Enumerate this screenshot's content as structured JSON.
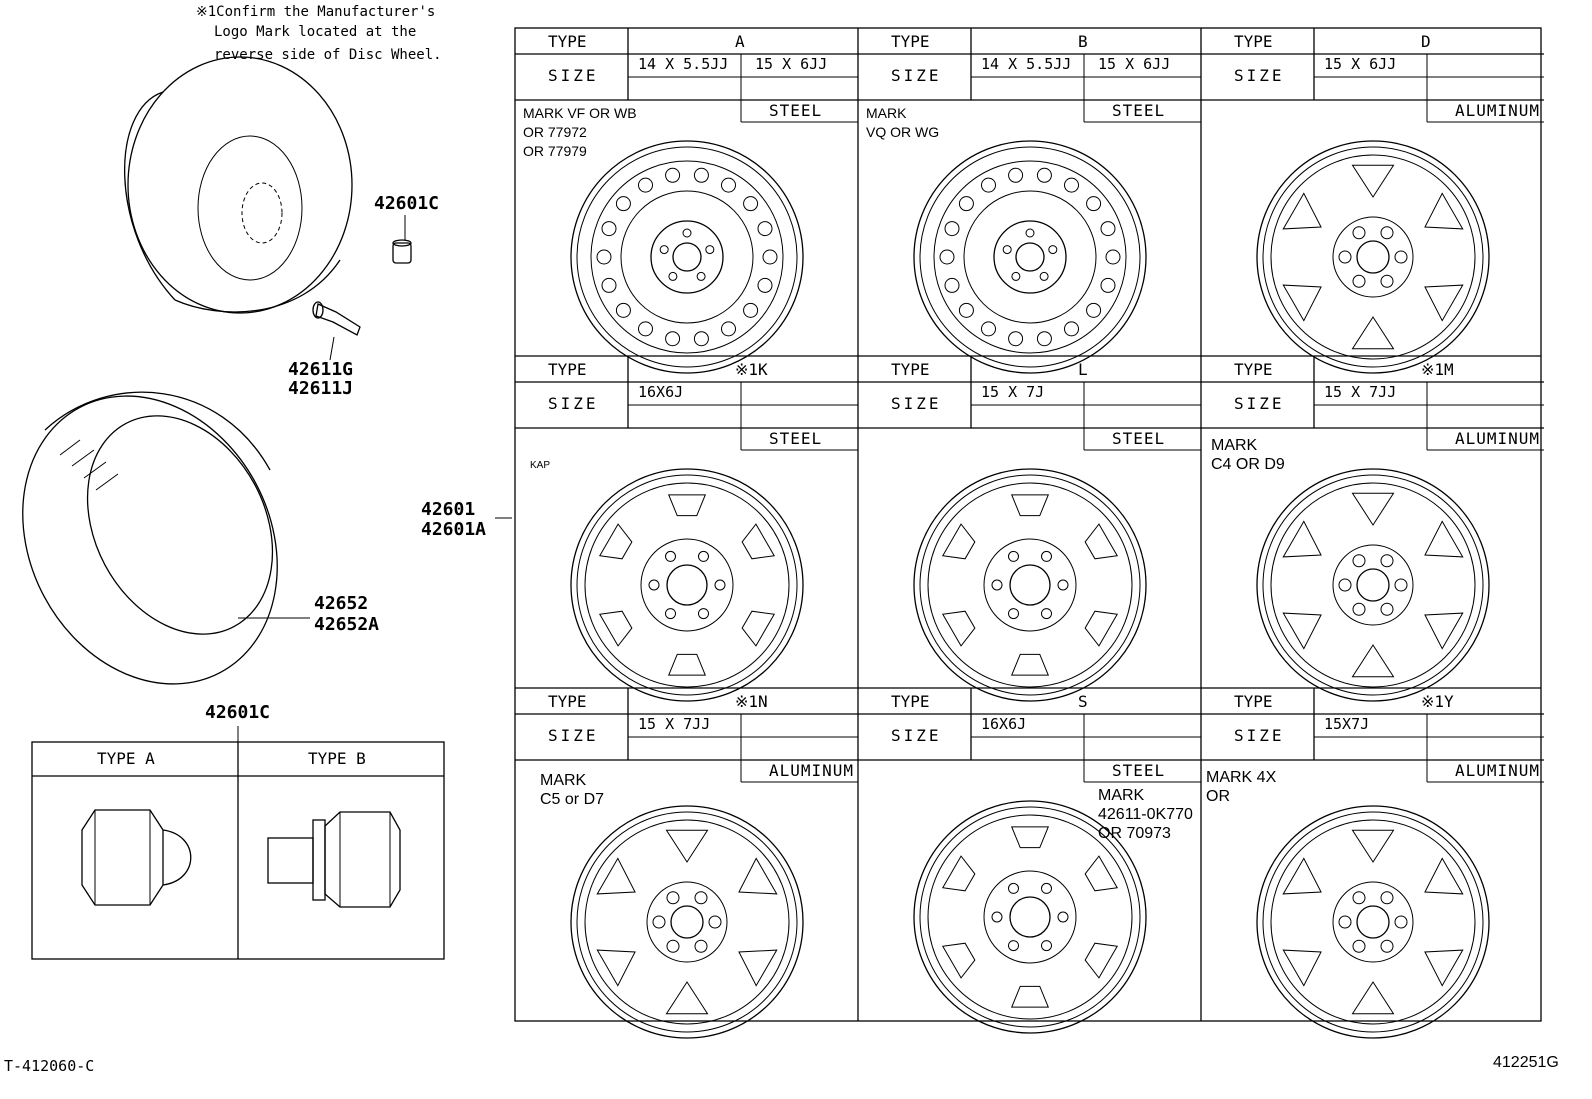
{
  "note": {
    "line1": "※1Confirm the Manufacturer's",
    "line2": "Logo Mark located at the",
    "line3": "reverse side of Disc Wheel."
  },
  "parts": {
    "cap_top": "42601C",
    "valve_a": "42611G",
    "valve_b": "42611J",
    "wheel_a": "42601",
    "wheel_b": "42601A",
    "tire_a": "42652",
    "tire_b": "42652A",
    "nut": "42601C"
  },
  "nut_table": {
    "type_a": "TYPE A",
    "type_b": "TYPE B"
  },
  "labels": {
    "type": "TYPE",
    "size": "SIZE"
  },
  "cells": [
    {
      "type": "A",
      "sizes": [
        "14 X 5.5JJ",
        "15 X 6JJ"
      ],
      "material": "STEEL",
      "mark": [
        "MARK VF OR WB",
        "OR 77972",
        "OR 77979"
      ]
    },
    {
      "type": "B",
      "sizes": [
        "14 X 5.5JJ",
        "15 X 6JJ"
      ],
      "material": "STEEL",
      "mark": [
        "MARK",
        "VQ OR WG"
      ]
    },
    {
      "type": "D",
      "sizes": [
        "15 X 6JJ",
        ""
      ],
      "material": "ALUMINUM",
      "mark": []
    },
    {
      "type": "※1K",
      "sizes": [
        "16X6J",
        ""
      ],
      "material": "STEEL",
      "mark": [
        "KAP"
      ]
    },
    {
      "type": "L",
      "sizes": [
        "15 X 7J",
        ""
      ],
      "material": "STEEL",
      "mark": []
    },
    {
      "type": "※1M",
      "sizes": [
        "15 X 7JJ",
        ""
      ],
      "material": "ALUMINUM",
      "mark": [
        "MARK",
        "C4 OR D9"
      ]
    },
    {
      "type": "※1N",
      "sizes": [
        "15 X 7JJ",
        ""
      ],
      "material": "ALUMINUM",
      "mark": [
        "MARK",
        "C5 or D7"
      ]
    },
    {
      "type": "S",
      "sizes": [
        "16X6J",
        ""
      ],
      "material": "STEEL",
      "mark": [
        "MARK",
        "42611-0K770",
        "OR 70973"
      ]
    },
    {
      "type": "※1Y",
      "sizes": [
        "15X7J",
        ""
      ],
      "material": "ALUMINUM",
      "mark": [
        "MARK 4X",
        "OR"
      ]
    }
  ],
  "footer": {
    "left": "T-412060-C",
    "right": "412251G"
  }
}
